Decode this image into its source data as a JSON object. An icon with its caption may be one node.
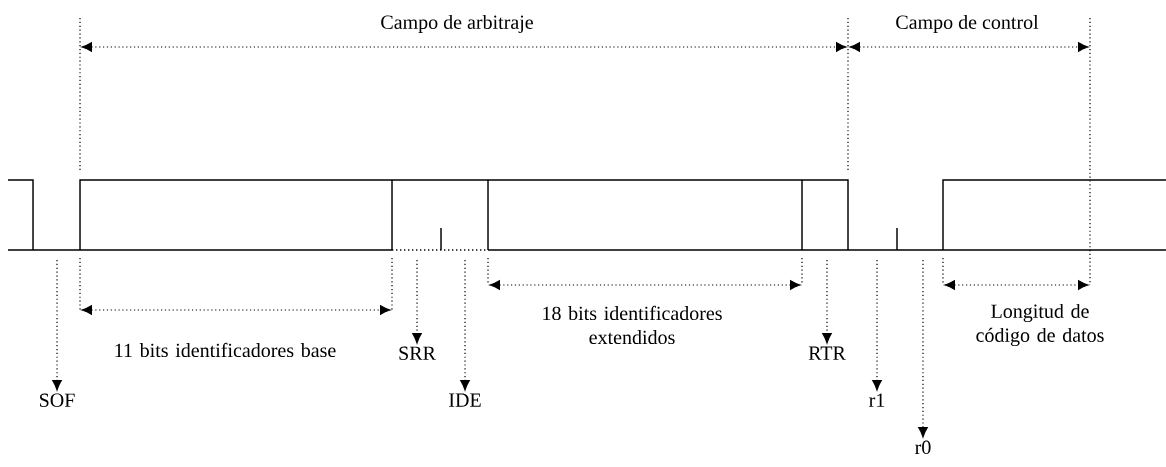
{
  "diagram": {
    "nodes": [
      {
        "text": [
          "SOF"
        ]
      },
      {
        "text": [
          "SRR"
        ]
      },
      {
        "text": [
          "IDE"
        ]
      },
      {
        "text": [
          "RTR"
        ]
      },
      {
        "text": [
          "r1"
        ]
      },
      {
        "text": [
          "r0"
        ]
      }
    ],
    "edges": [
      {
        "from": null,
        "to": 0,
        "arrow": "to"
      },
      {
        "from": null,
        "to": 1,
        "arrow": "to"
      },
      {
        "from": null,
        "to": 2,
        "arrow": "to"
      },
      {
        "from": null,
        "to": 3,
        "arrow": "to"
      },
      {
        "from": null,
        "to": 4,
        "arrow": "to"
      },
      {
        "from": null,
        "to": 5,
        "arrow": "to"
      }
    ],
    "labels": [
      "Campo de arbitraje",
      "Campo de control",
      "11 bits identificadores base",
      "18 bits identificadores extendidos",
      "Longitud de código de datos"
    ]
  }
}
